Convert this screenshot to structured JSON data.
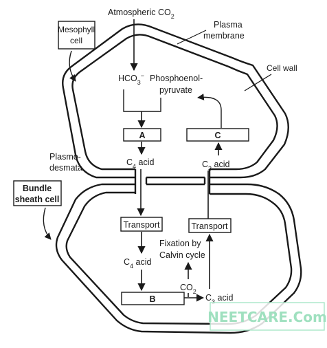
{
  "labels": {
    "atmospheric": "Atmospheric CO",
    "atmospheric_sub": "2",
    "plasma_1": "Plasma",
    "plasma_2": "membrane",
    "mesophyll_1": "Mesophyll",
    "mesophyll_2": "cell",
    "cell_wall": "Cell wall",
    "hco3": "HCO",
    "hco3_sub": "3",
    "hco3_sup": "−",
    "pep_1": "Phosphoenol-",
    "pep_2": "pyruvate",
    "box_a": "A",
    "box_b": "B",
    "box_c": "C",
    "plasmo_1": "Plasmo-",
    "plasmo_2": "desmata",
    "c4_top_pre": "C",
    "c4_top_sub": "4",
    "c4_top_post": " acid",
    "c3_top_pre": "C",
    "c3_top_sub": "3",
    "c3_top_post": " acid",
    "bundle_1": "Bundle",
    "bundle_2": "sheath cell",
    "transport_left": "Transport",
    "transport_right": "Transport",
    "fixation_1": "Fixation by",
    "fixation_2": "Calvin cycle",
    "c4_bot_pre": "C",
    "c4_bot_sub": "4",
    "c4_bot_post": " acid",
    "co2_bot": "CO",
    "co2_bot_sub": "2",
    "c3_bot_pre": "C",
    "c3_bot_sub": "3",
    "c3_bot_post": " acid"
  },
  "watermark": "NEETCARE.Com",
  "colors": {
    "stroke": "#1a1a1a",
    "watermark": "#9fe0bf"
  }
}
